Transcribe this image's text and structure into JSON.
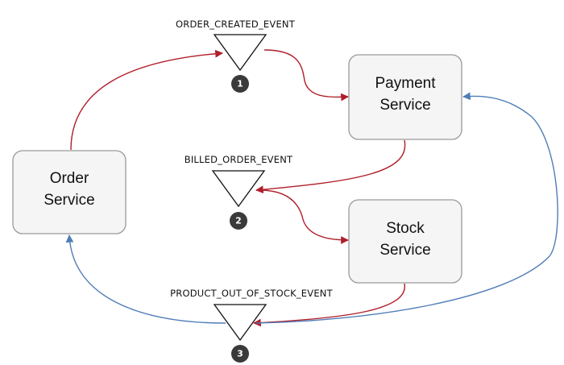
{
  "services": {
    "order": {
      "line1": "Order",
      "line2": "Service"
    },
    "payment": {
      "line1": "Payment",
      "line2": "Service"
    },
    "stock": {
      "line1": "Stock",
      "line2": "Service"
    }
  },
  "events": [
    {
      "label": "ORDER_CREATED_EVENT",
      "number": "1"
    },
    {
      "label": "BILLED_ORDER_EVENT",
      "number": "2"
    },
    {
      "label": "PRODUCT_OUT_OF_STOCK_EVENT",
      "number": "3"
    }
  ],
  "colors": {
    "success_flow": "#b01e2a",
    "compensation_flow": "#4f7db8"
  }
}
